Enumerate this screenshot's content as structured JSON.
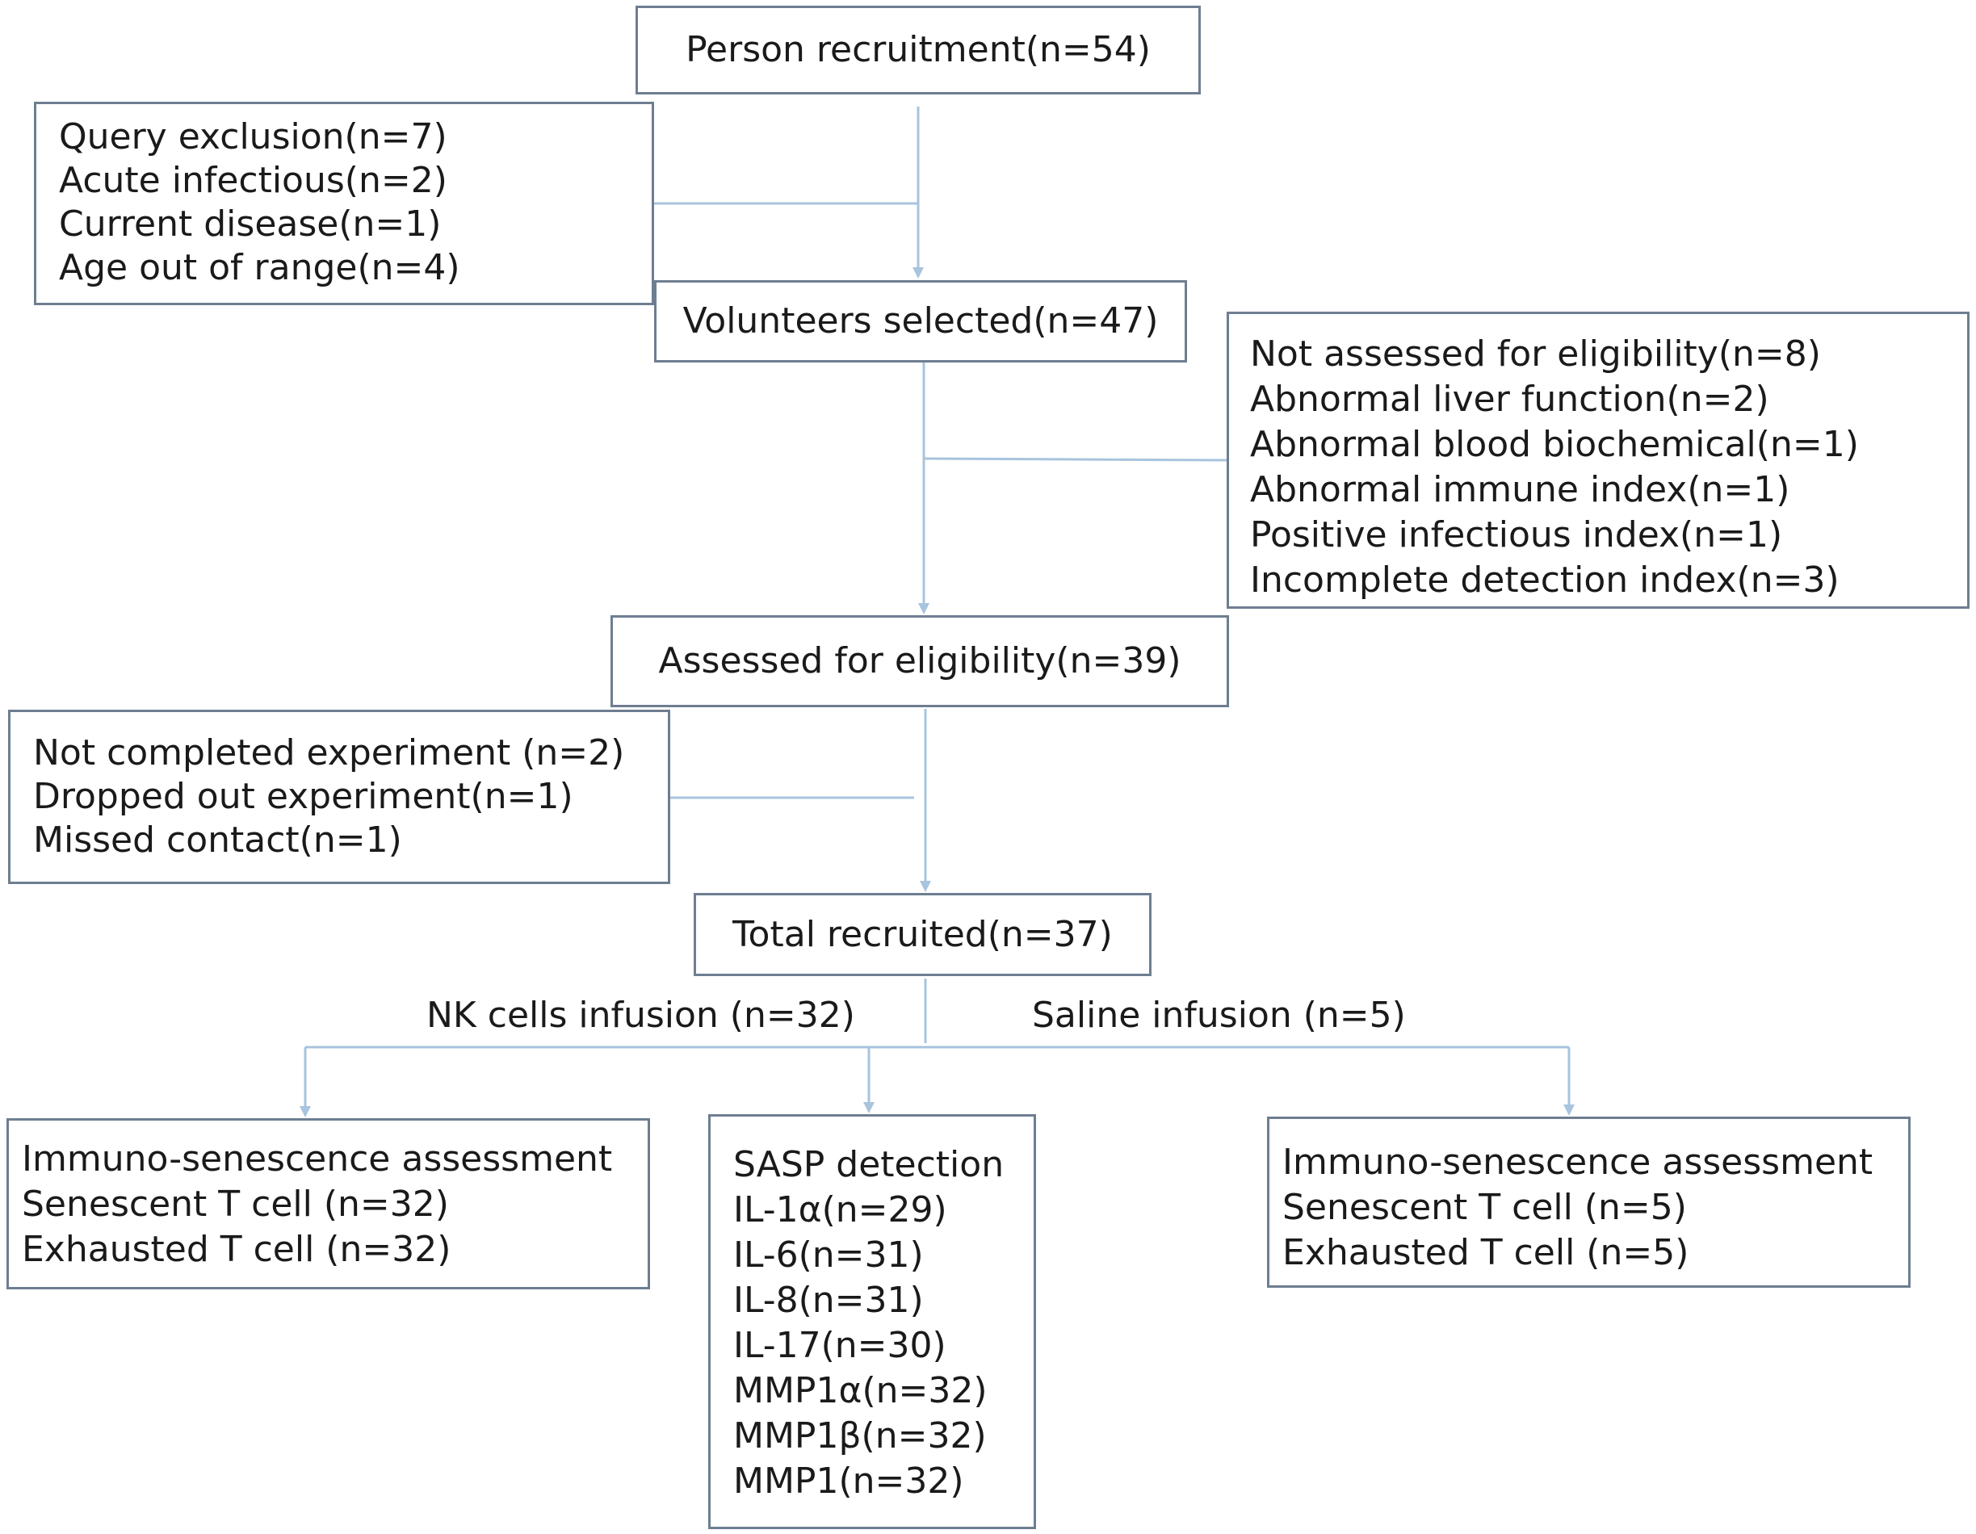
{
  "flowchart": {
    "recruitment": "Person recruitment(n=54)",
    "query_exclusion": [
      "Query exclusion(n=7)",
      "Acute infectious(n=2)",
      "Current disease(n=1)",
      "Age out of range(n=4)"
    ],
    "volunteers_selected": "Volunteers selected(n=47)",
    "not_assessed": [
      "Not assessed for eligibility(n=8)",
      "Abnormal liver function(n=2)",
      "Abnormal blood biochemical(n=1)",
      "Abnormal immune index(n=1)",
      "Positive infectious index(n=1)",
      "Incomplete detection index(n=3)"
    ],
    "assessed_eligibility": "Assessed for eligibility(n=39)",
    "not_completed": [
      "Not completed experiment (n=2)",
      "Dropped out experiment(n=1)",
      "Missed contact(n=1)"
    ],
    "total_recruited": "Total recruited(n=37)",
    "nk_branch_label": "NK cells infusion (n=32)",
    "saline_branch_label": "Saline infusion (n=5)",
    "nk_assessment": [
      "Immuno-senescence assessment",
      "Senescent T cell (n=32)",
      "Exhausted T cell (n=32)"
    ],
    "sasp_detection": [
      "SASP detection",
      "IL-1α(n=29)",
      "IL-6(n=31)",
      "IL-8(n=31)",
      "IL-17(n=30)",
      "MMP1α(n=32)",
      "MMP1β(n=32)",
      "MMP1(n=32)"
    ],
    "saline_assessment": [
      "Immuno-senescence assessment",
      "Senescent T cell (n=5)",
      "Exhausted T cell (n=5)"
    ]
  },
  "colors": {
    "box_border": "#6e7e91",
    "connector": "#a8c4de",
    "text": "#1a1a1a"
  }
}
